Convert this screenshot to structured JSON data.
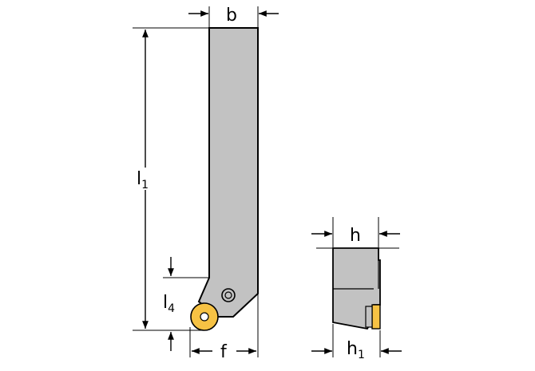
{
  "dimensions": {
    "b": {
      "main": "b",
      "sub": ""
    },
    "l1": {
      "main": "l",
      "sub": "1"
    },
    "l4": {
      "main": "l",
      "sub": "4"
    },
    "f": {
      "main": "f",
      "sub": ""
    },
    "h": {
      "main": "h",
      "sub": ""
    },
    "h1": {
      "main": "h",
      "sub": "1"
    }
  },
  "colors": {
    "body": "#c2c2c2",
    "insert": "#f6c244",
    "insert_hole": "#ffffff",
    "line": "#000000"
  }
}
